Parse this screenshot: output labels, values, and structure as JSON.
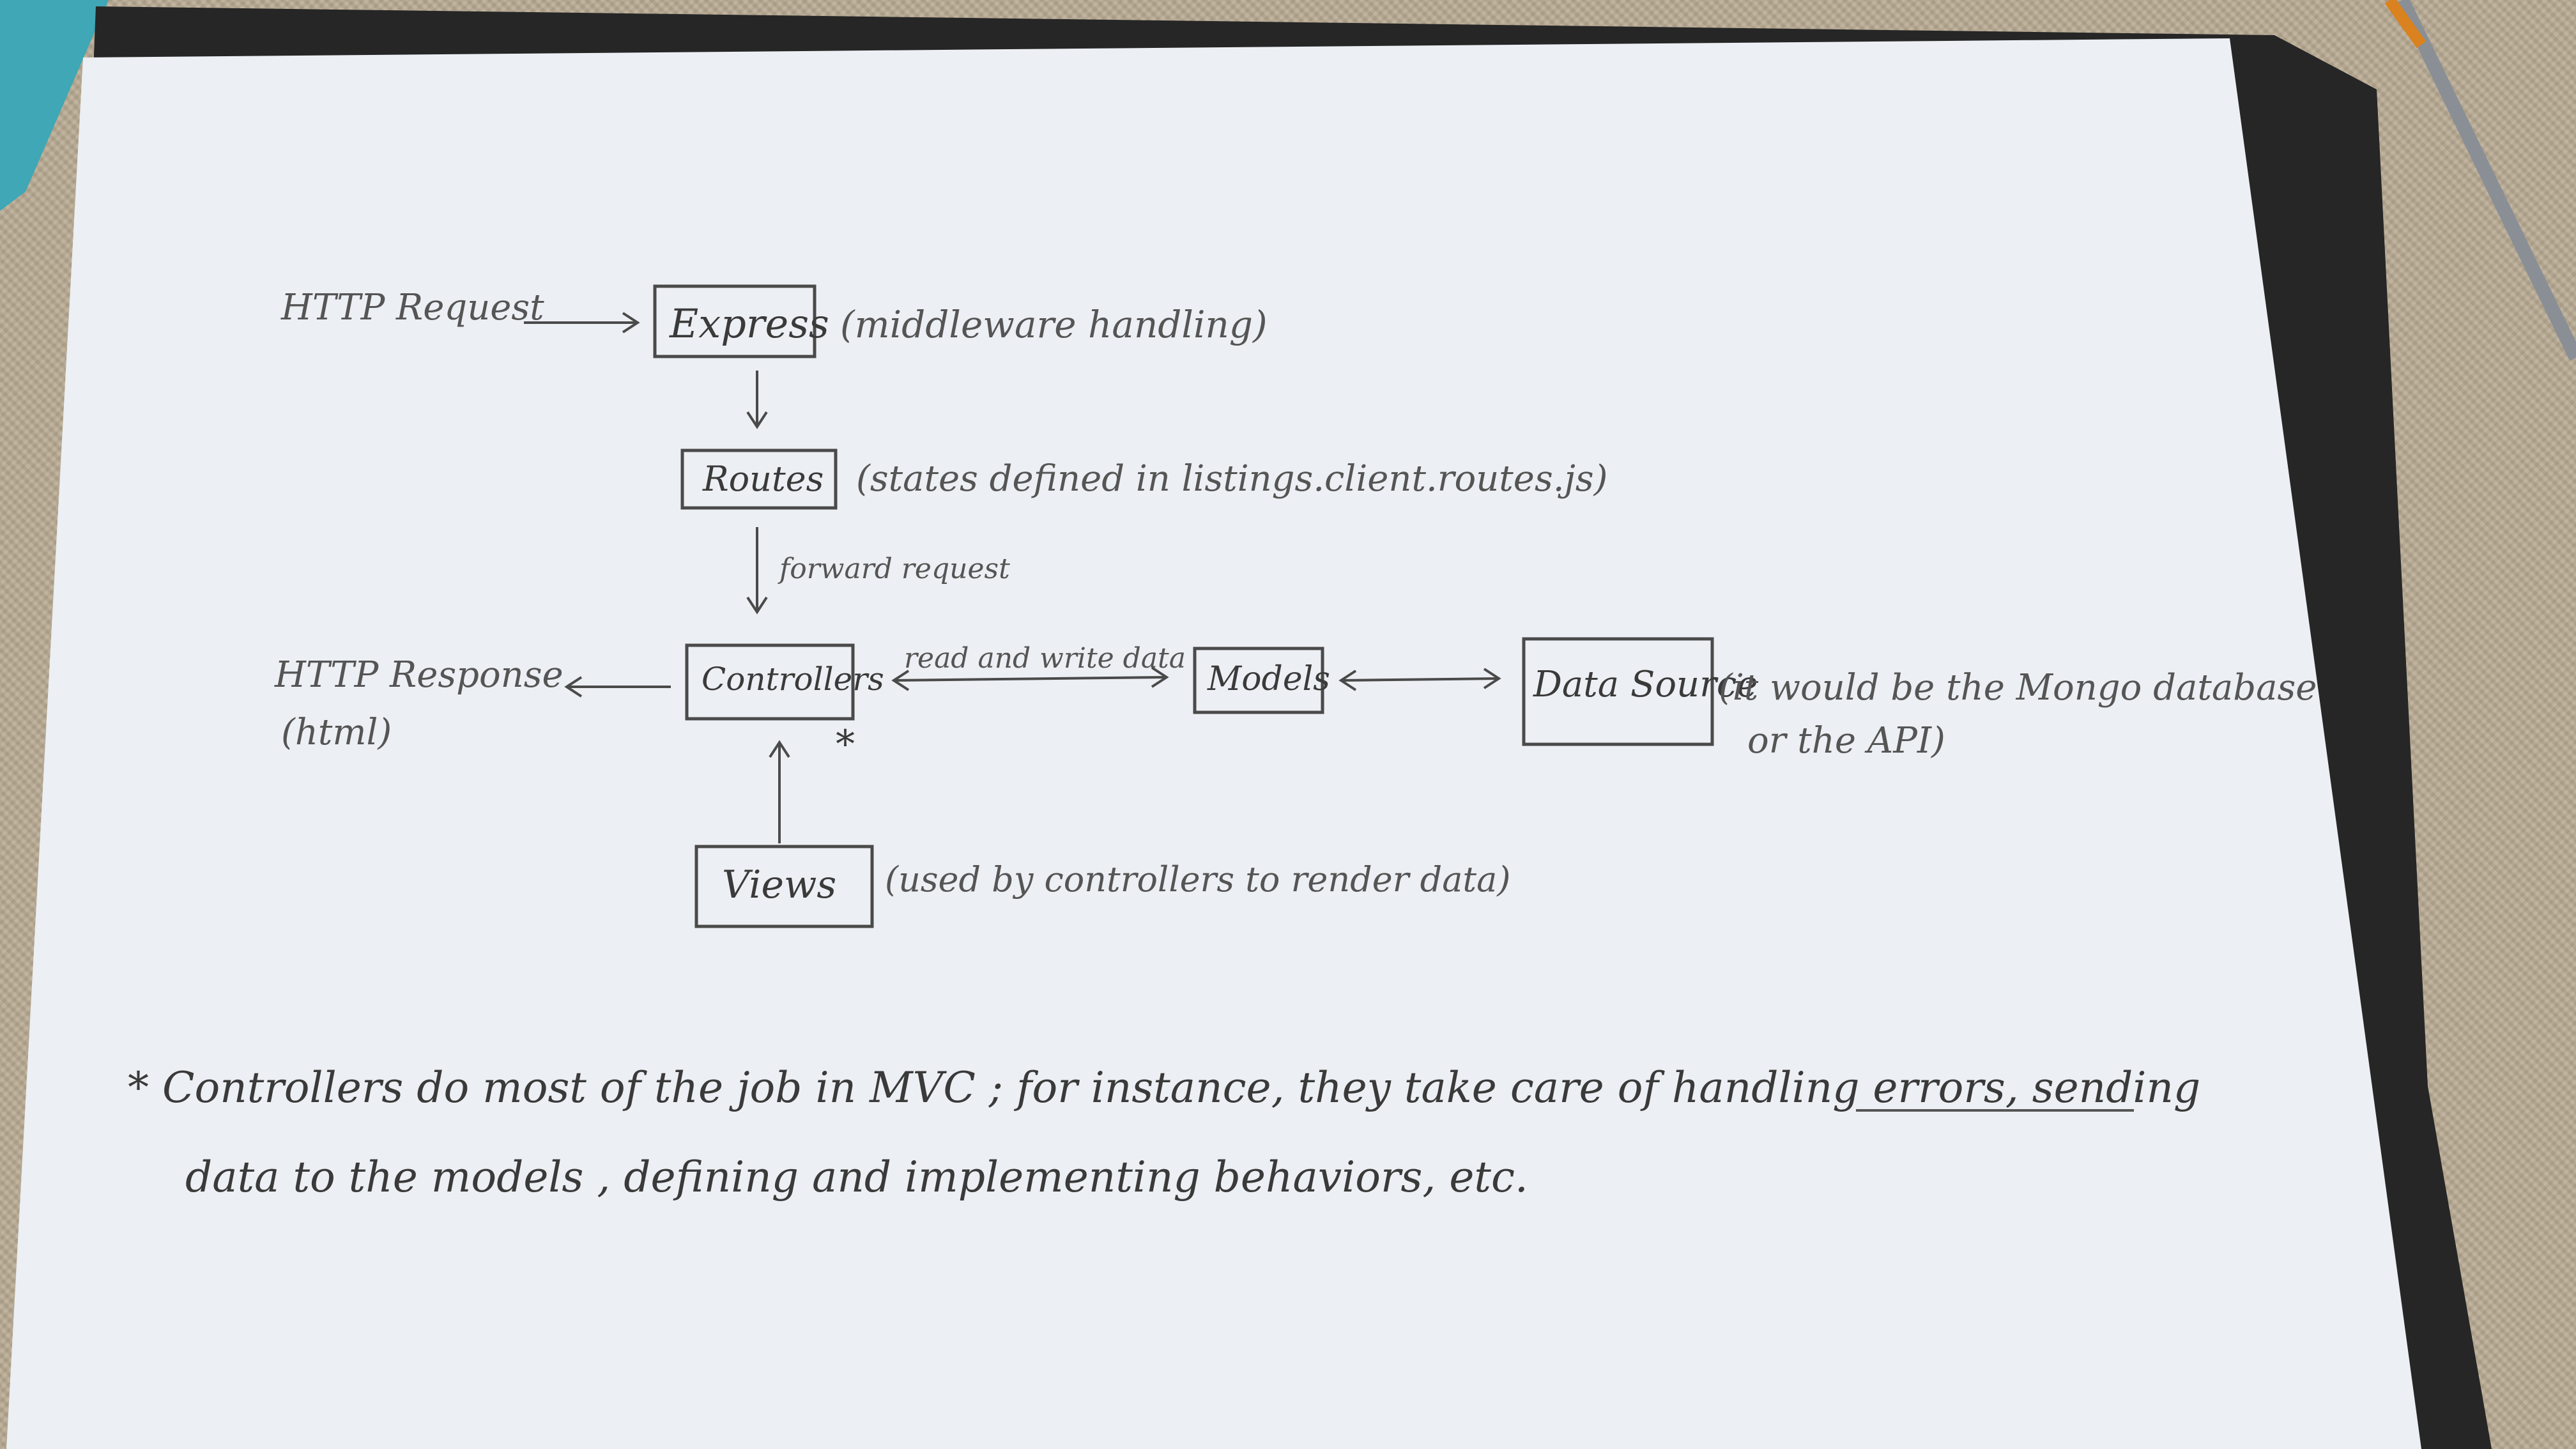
{
  "nodes": {
    "http_request": "HTTP Request",
    "express": "Express",
    "express_note": "(middleware handling)",
    "routes": "Routes",
    "routes_note": "(states defined in listings.client.routes.js)",
    "forward_label": "forward request",
    "http_response_line1": "HTTP Response",
    "http_response_line2": "(html)",
    "controllers": "Controllers",
    "controllers_mark": "*",
    "read_write_label": "read and write data",
    "models": "Models",
    "data_source": "Data Source",
    "data_source_note_line1": "(it would be the Mongo database",
    "data_source_note_line2": "or the API)",
    "views": "Views",
    "views_note": "(used by controllers to render data)"
  },
  "footnote": {
    "line1": "* Controllers do most of the job in MVC ; for instance, they take care of handling errors, sending",
    "line2": "data to the models , defining and implementing behaviors, etc."
  },
  "colors": {
    "paper": "#eceff3",
    "ink": "#4a4a4a",
    "clipboard": "#2b2b2b"
  }
}
